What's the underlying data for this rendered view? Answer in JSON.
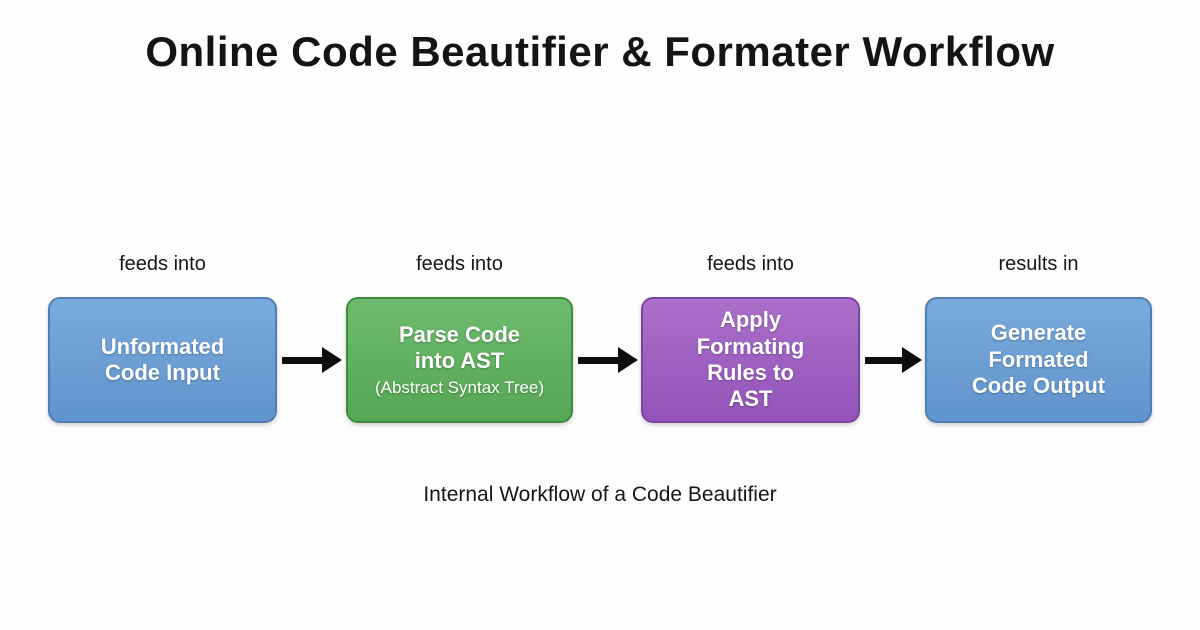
{
  "title": "Online Code Beautifier & Formater Workflow",
  "caption": "Internal Workflow of a Code Beautifier",
  "colors": {
    "blue_fill": "#6094cc",
    "blue_border": "#4e7fb0",
    "green_fill": "#55a755",
    "green_border": "#3f8c3f",
    "purple_fill": "#9354b8",
    "purple_border": "#7c44a0",
    "arrow": "#0d0d0d",
    "text_on_node": "#ffffff",
    "title_text": "#141414"
  },
  "nodes": [
    {
      "edge_label": "feeds into",
      "label": "Unformated\nCode Input",
      "color": "blue"
    },
    {
      "edge_label": "feeds into",
      "label": "Parse Code\ninto AST",
      "sublabel": "(Abstract Syntax Tree)",
      "color": "green"
    },
    {
      "edge_label": "feeds into",
      "label": "Apply\nFormating\nRules to\nAST",
      "color": "purple"
    },
    {
      "edge_label": "results in",
      "label": "Generate\nFormated\nCode Output",
      "color": "blue"
    }
  ]
}
